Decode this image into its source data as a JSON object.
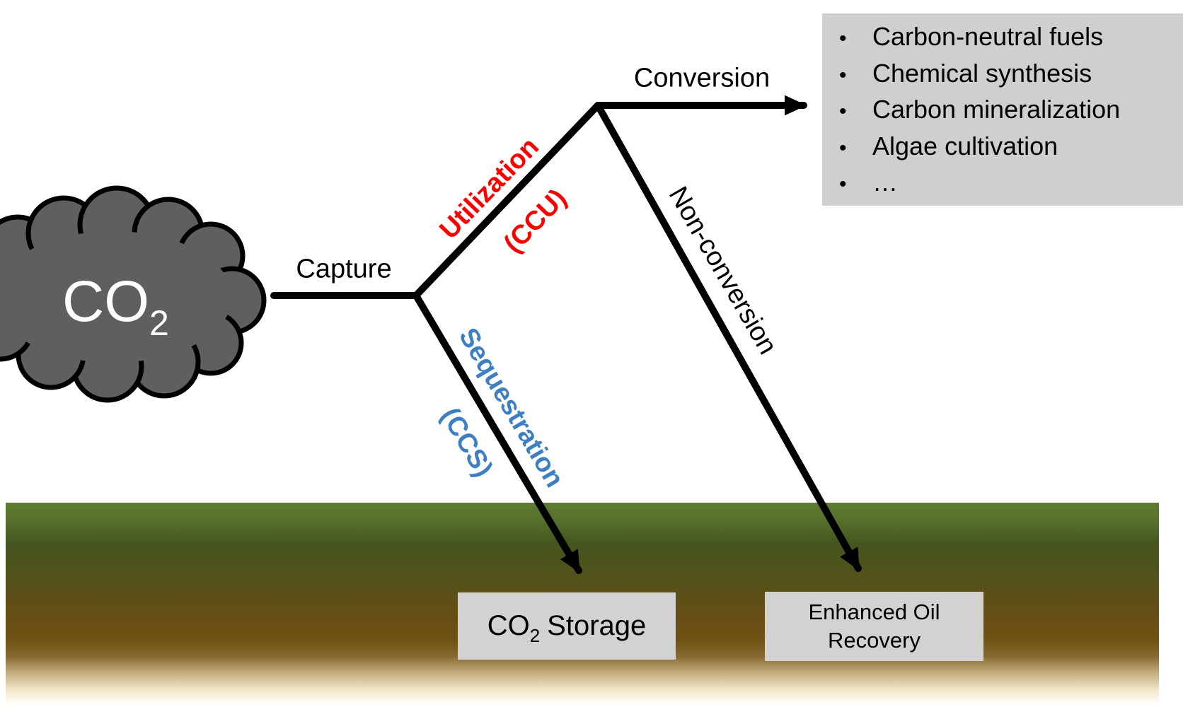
{
  "diagram": {
    "cloud": {
      "formula": "CO",
      "subscript": "2"
    },
    "labels": {
      "capture": "Capture",
      "utilization": "Utilization",
      "ccu": "(CCU)",
      "sequestration": "Sequestration",
      "ccs": "(CCS)",
      "conversion": "Conversion",
      "non_conversion": "Non-conversion"
    },
    "products": {
      "items": [
        "Carbon-neutral fuels",
        "Chemical synthesis",
        "Carbon mineralization",
        "Algae cultivation",
        "…"
      ],
      "bullet": "•"
    },
    "storage_box": {
      "formula": "CO",
      "subscript": "2",
      "word": "Storage"
    },
    "eor_box": {
      "line1": "Enhanced Oil",
      "line2": "Recovery"
    },
    "colors": {
      "utilization_red": "#ff0000",
      "sequestration_blue": "#3d7fc1",
      "cloud_gray": "#5f5f5f",
      "box_gray": "#d0d0d0",
      "ground_green": "#5e7d30",
      "ground_brown": "#6f5114",
      "line_black": "#000000"
    }
  }
}
